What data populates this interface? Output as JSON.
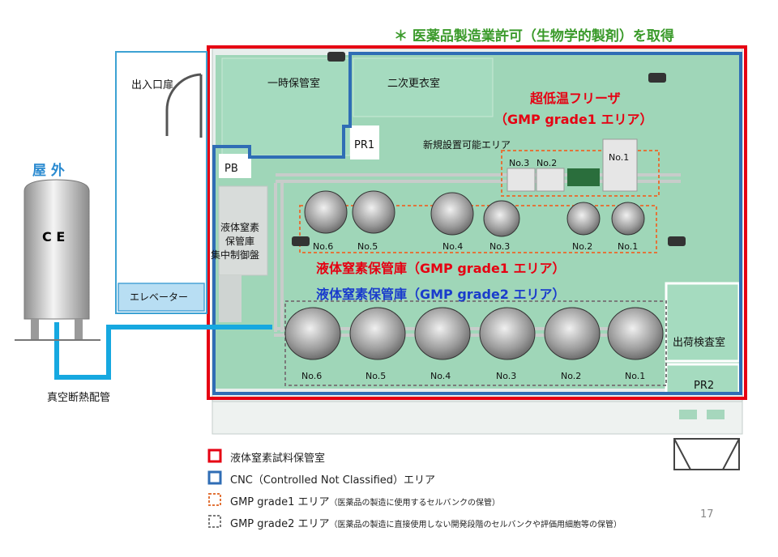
{
  "header": {
    "license_note": "＊ 医薬品製造業許可（生物学的製剤）を取得"
  },
  "outdoor": {
    "label": "屋 外",
    "ce_label": "C E"
  },
  "rooms": {
    "entrance_door": "出入口扉",
    "temp_storage": "一時保管室",
    "secondary_changing": "二次更衣室",
    "pr1": "PR1",
    "pb": "PB",
    "ln2_control_line1": "液体窒素",
    "ln2_control_line2": "保管庫",
    "ln2_control_line3": "集中制御盤",
    "elevator": "エレベーター",
    "shipping_inspection": "出荷検査室",
    "pr2": "PR2",
    "new_install_area": "新規設置可能エリア"
  },
  "freezer": {
    "title_line1": "超低温フリーザ",
    "title_line2": "（GMP grade1 エリア）",
    "units": [
      "No.3",
      "No.2",
      "No.1"
    ]
  },
  "ln2_grade1": {
    "title": "液体窒素保管庫（GMP grade1 エリア）",
    "tanks": [
      "No.6",
      "No.5",
      "No.4",
      "No.3",
      "No.2",
      "No.1"
    ]
  },
  "ln2_grade2": {
    "title": "液体窒素保管庫（GMP grade2 エリア）",
    "tanks": [
      "No.6",
      "No.5",
      "No.4",
      "No.3",
      "No.2",
      "No.1"
    ]
  },
  "piping_label": "真空断熱配管",
  "legend": [
    {
      "label": "液体窒素試料保管室",
      "note": ""
    },
    {
      "label": "CNC（Controlled  Not  Classified）エリア",
      "note": ""
    },
    {
      "label": "GMP grade1 エリア",
      "note": "（医薬品の製造に使用するセルバンクの保管）"
    },
    {
      "label": "GMP grade2 エリア",
      "note": "（医薬品の製造に直接使用しない開発段階のセルバンクや評価用細胞等の保管）"
    }
  ],
  "page_number": "17",
  "colors": {
    "green_title": "#3a9a2a",
    "red": "#e60012",
    "blue_outline": "#2f6db5",
    "blue_text": "#1a3ccc",
    "orange_dash": "#e2743a",
    "gray_dash": "#7a7a7a",
    "pipe": "#16a8e0",
    "room_fill": "#9fd6b8"
  }
}
